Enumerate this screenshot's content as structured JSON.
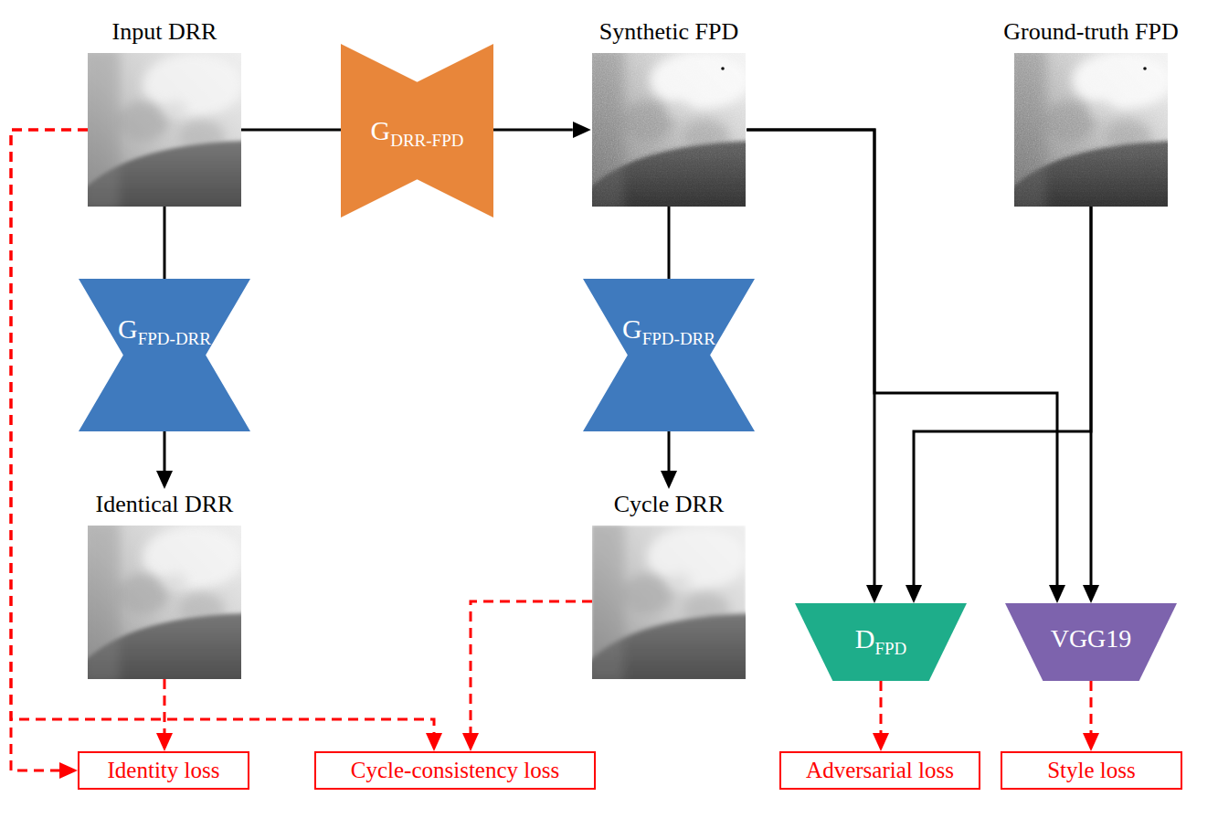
{
  "diagram": {
    "nodes": [
      {
        "text": [
          "Input DRR"
        ]
      },
      {
        "text": [
          "G",
          "DRR-FPD"
        ]
      },
      {
        "text": [
          "Synthetic FPD"
        ]
      },
      {
        "text": [
          "Ground-truth FPD"
        ]
      },
      {
        "text": [
          "G",
          "FPD-DRR"
        ]
      },
      {
        "text": [
          "G",
          "FPD-DRR"
        ]
      },
      {
        "text": [
          "Identical DRR"
        ]
      },
      {
        "text": [
          "Cycle DRR"
        ]
      },
      {
        "text": [
          "D",
          "FPD"
        ]
      },
      {
        "text": [
          "VGG19"
        ]
      },
      {
        "text": [
          "Identity loss"
        ]
      },
      {
        "text": [
          "Cycle-consistency loss"
        ]
      },
      {
        "text": [
          "Adversarial loss"
        ]
      },
      {
        "text": [
          "Style loss"
        ]
      }
    ],
    "edges": [
      {
        "from": 0,
        "to": 1,
        "arrow": "none"
      },
      {
        "from": 1,
        "to": 2,
        "arrow": "to"
      },
      {
        "from": 0,
        "to": 4,
        "arrow": "none"
      },
      {
        "from": 4,
        "to": 6,
        "arrow": "to"
      },
      {
        "from": 2,
        "to": 5,
        "arrow": "none"
      },
      {
        "from": 5,
        "to": 7,
        "arrow": "to"
      },
      {
        "from": 2,
        "to": 8,
        "arrow": "to"
      },
      {
        "from": 2,
        "to": 9,
        "arrow": "to"
      },
      {
        "from": 3,
        "to": 8,
        "arrow": "to"
      },
      {
        "from": 3,
        "to": 9,
        "arrow": "to"
      },
      {
        "from": 0,
        "to": 10,
        "arrow": "to"
      },
      {
        "from": 6,
        "to": 10,
        "arrow": "to"
      },
      {
        "from": 0,
        "to": 11,
        "arrow": "to"
      },
      {
        "from": 7,
        "to": 11,
        "arrow": "to"
      },
      {
        "from": 8,
        "to": 12,
        "arrow": "to"
      },
      {
        "from": 9,
        "to": 13,
        "arrow": "to"
      }
    ]
  }
}
